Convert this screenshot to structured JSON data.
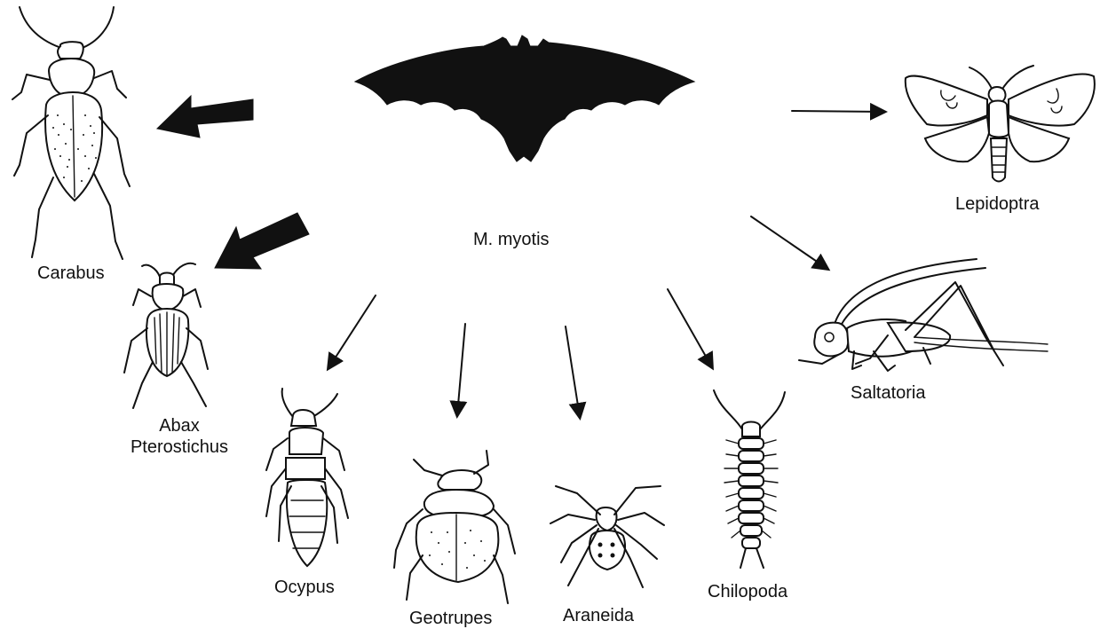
{
  "diagram": {
    "center": {
      "label": "M. myotis"
    },
    "prey": [
      {
        "id": "carabus",
        "label": "Carabus",
        "link": "heavy"
      },
      {
        "id": "abax",
        "label_lines": [
          "Abax",
          "Pterostichus"
        ],
        "link": "heavy"
      },
      {
        "id": "ocypus",
        "label": "Ocypus",
        "link": "thin"
      },
      {
        "id": "geotrupes",
        "label": "Geotrupes",
        "link": "thin"
      },
      {
        "id": "araneida",
        "label": "Araneida",
        "link": "thin"
      },
      {
        "id": "chilopoda",
        "label": "Chilopoda",
        "link": "thin"
      },
      {
        "id": "saltatoria",
        "label": "Saltatoria",
        "link": "thin"
      },
      {
        "id": "lepidoptra",
        "label": "Lepidoptra",
        "link": "thin"
      }
    ],
    "icons": [
      "bat-icon",
      "carabid-beetle-icon",
      "ground-beetle-icon",
      "rove-beetle-icon",
      "dung-beetle-icon",
      "spider-icon",
      "centipede-icon",
      "bush-cricket-icon",
      "moth-icon"
    ]
  }
}
